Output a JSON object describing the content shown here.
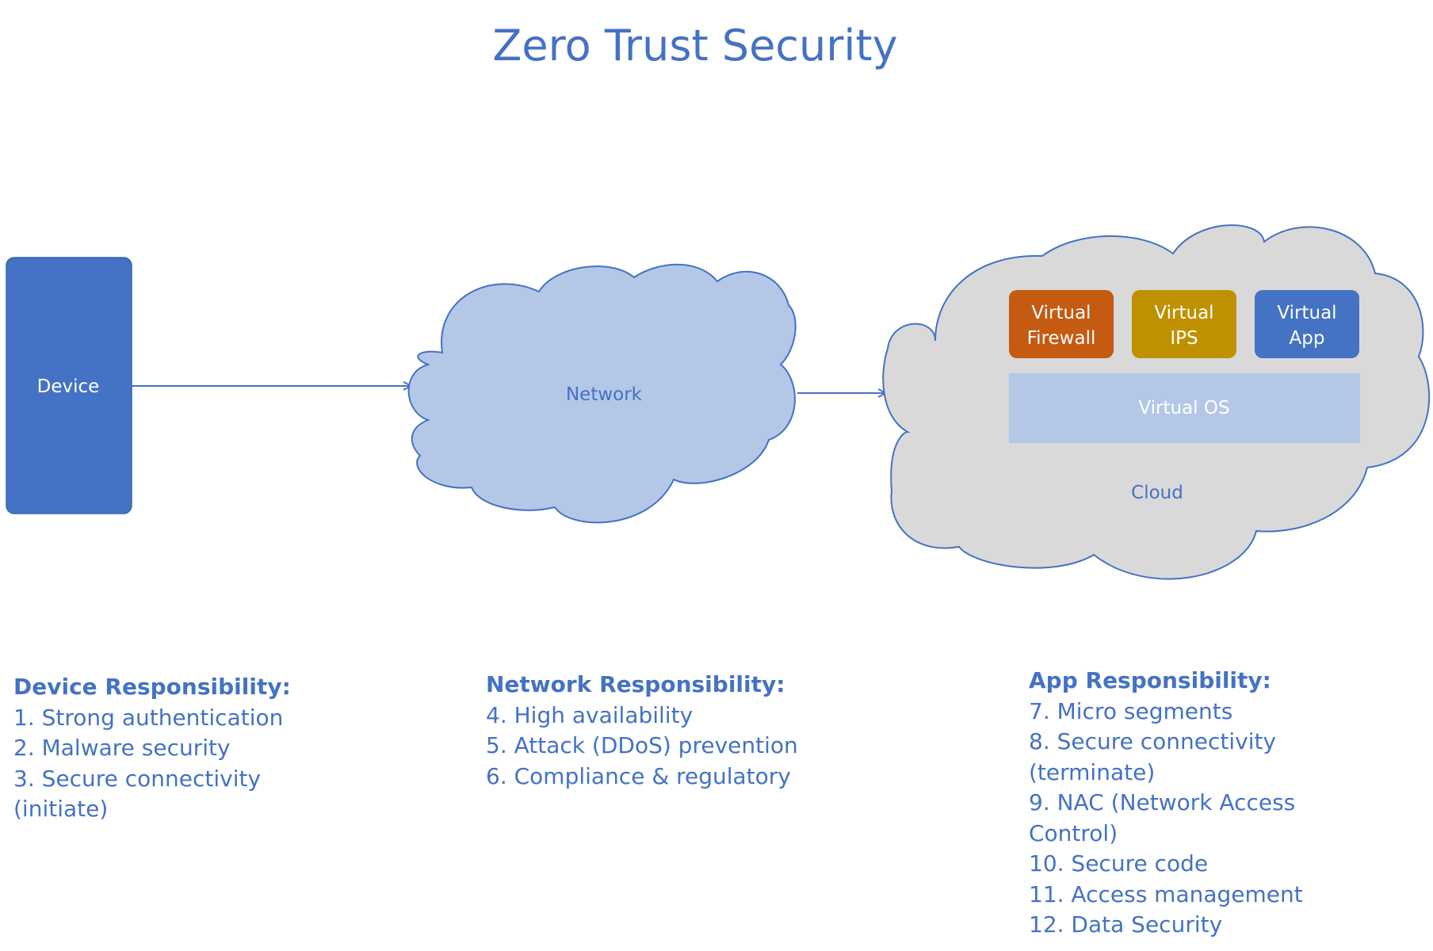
{
  "title": "Zero Trust Security",
  "colors": {
    "accent": "#4472c4",
    "device_fill": "#4472c4",
    "network_fill": "#b4c7e7",
    "cloud_fill": "#d9d9d9",
    "firewall_fill": "#c55a11",
    "ips_fill": "#bf9000",
    "app_fill": "#4472c4",
    "virtual_os_fill": "#b4c7e7"
  },
  "nodes": {
    "device": "Device",
    "network": "Network",
    "cloud": "Cloud",
    "virtual_firewall": [
      "Virtual",
      "Firewall"
    ],
    "virtual_ips": [
      "Virtual",
      "IPS"
    ],
    "virtual_app": [
      "Virtual",
      "App"
    ],
    "virtual_os": "Virtual OS"
  },
  "responsibilities": {
    "device": {
      "heading": "Device Responsibility:",
      "lines": [
        "1. Strong authentication",
        "2. Malware security",
        "3. Secure connectivity",
        "(initiate)"
      ]
    },
    "network": {
      "heading": "Network Responsibility:",
      "lines": [
        "4. High availability",
        "5. Attack (DDoS) prevention",
        "6. Compliance & regulatory"
      ]
    },
    "app": {
      "heading": "App Responsibility:",
      "lines": [
        "7. Micro segments",
        "8. Secure connectivity",
        "(terminate)",
        "9. NAC (Network Access",
        "Control)",
        "10. Secure code",
        "11. Access management",
        "12. Data Security"
      ]
    }
  }
}
